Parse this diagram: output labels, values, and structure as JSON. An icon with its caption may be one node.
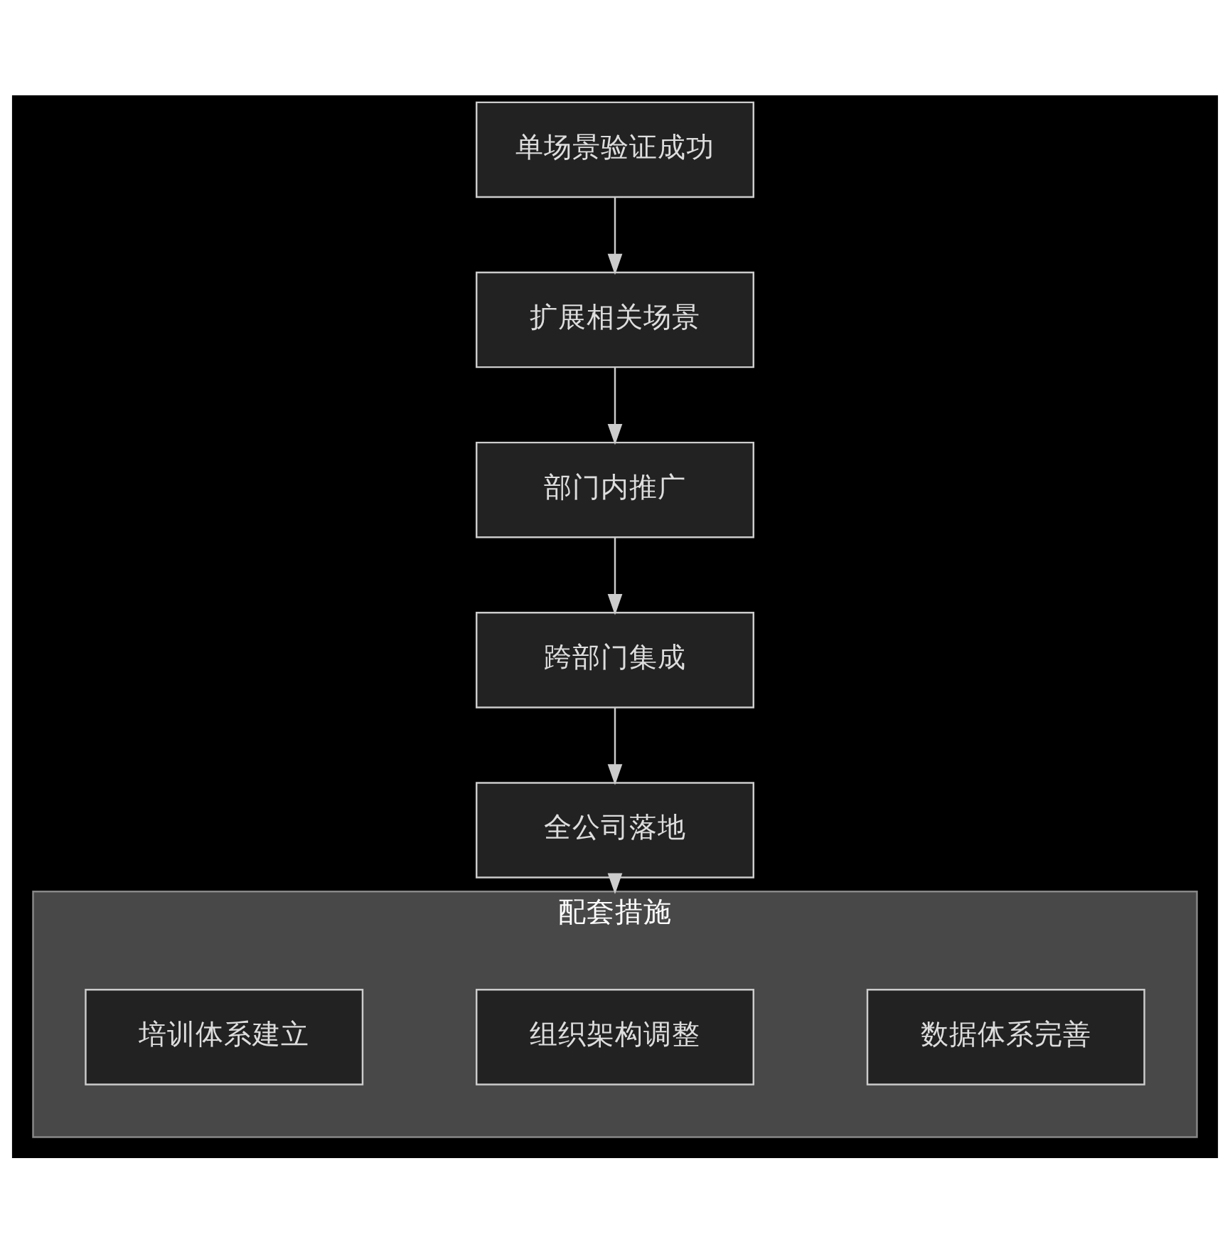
{
  "diagram": {
    "nodes": [
      {
        "text": [
          "单场景验证成功"
        ]
      },
      {
        "text": [
          "扩展相关场景"
        ]
      },
      {
        "text": [
          "部门内推广"
        ]
      },
      {
        "text": [
          "跨部门集成"
        ]
      },
      {
        "text": [
          "全公司落地"
        ]
      },
      {
        "text": [
          "配套措施"
        ]
      },
      {
        "text": [
          "数据体系完善"
        ],
        "in": 5
      },
      {
        "text": [
          "组织架构调整"
        ],
        "in": 5
      },
      {
        "text": [
          "培训体系建立"
        ],
        "in": 5
      }
    ],
    "edges": [
      {
        "from": 0,
        "to": 1,
        "arrow": "to"
      },
      {
        "from": 1,
        "to": 2,
        "arrow": "to"
      },
      {
        "from": 2,
        "to": 3,
        "arrow": "to"
      },
      {
        "from": 3,
        "to": 4,
        "arrow": "to"
      },
      {
        "from": 4,
        "to": 5,
        "arrow": "to"
      }
    ]
  }
}
